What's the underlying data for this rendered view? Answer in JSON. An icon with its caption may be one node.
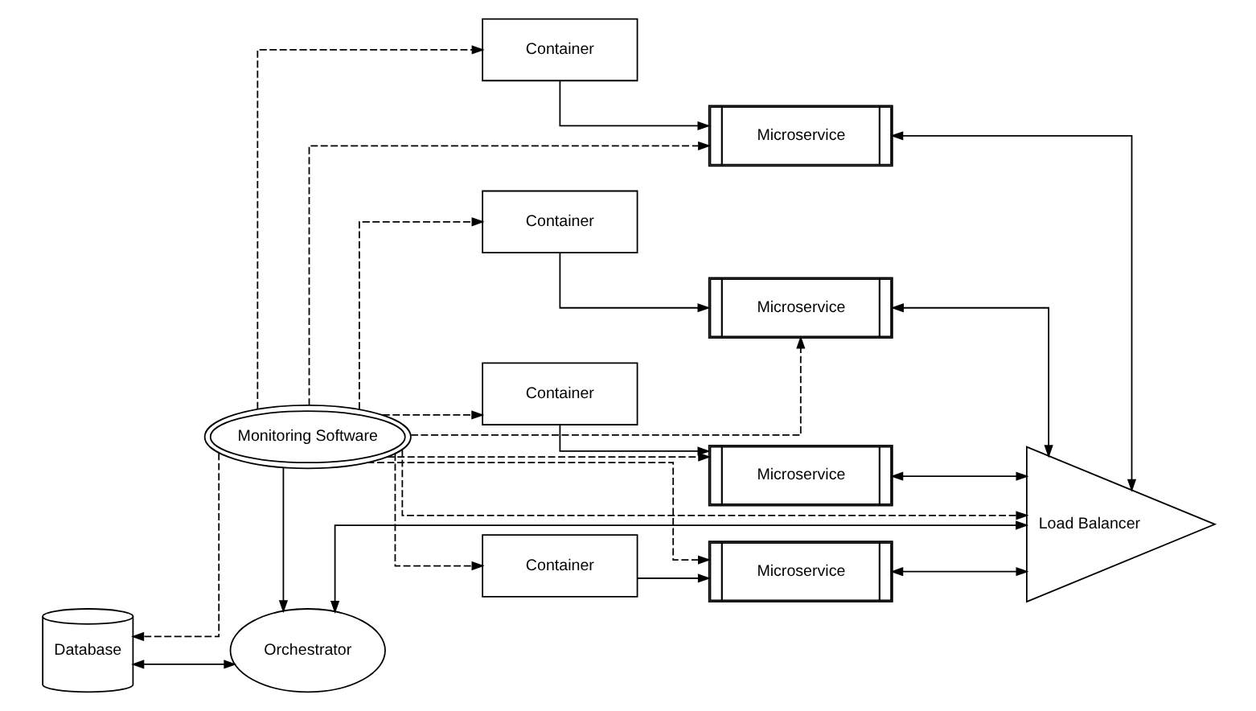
{
  "diagram": {
    "nodes": [
      {
        "text": [
          "Monitoring Software"
        ]
      },
      {
        "text": [
          "Database"
        ]
      },
      {
        "text": [
          "Orchestrator"
        ]
      },
      {
        "text": [
          "Container"
        ]
      },
      {
        "text": [
          "Container"
        ]
      },
      {
        "text": [
          "Container"
        ]
      },
      {
        "text": [
          "Container"
        ]
      },
      {
        "text": [
          "Microservice"
        ]
      },
      {
        "text": [
          "Microservice"
        ]
      },
      {
        "text": [
          "Microservice"
        ]
      },
      {
        "text": [
          "Microservice"
        ]
      },
      {
        "text": [
          "Load Balancer"
        ]
      }
    ],
    "edges": [
      {
        "from": 0,
        "to": 1,
        "arrow": "to",
        "style": "dashed"
      },
      {
        "from": 0,
        "to": 2,
        "arrow": "to"
      },
      {
        "from": 0,
        "to": 3,
        "arrow": "to",
        "style": "dashed"
      },
      {
        "from": 0,
        "to": 4,
        "arrow": "to",
        "style": "dashed"
      },
      {
        "from": 0,
        "to": 5,
        "arrow": "to",
        "style": "dashed"
      },
      {
        "from": 0,
        "to": 6,
        "arrow": "to",
        "style": "dashed"
      },
      {
        "from": 0,
        "to": 7,
        "arrow": "to",
        "style": "dashed"
      },
      {
        "from": 0,
        "to": 8,
        "arrow": "to",
        "style": "dashed"
      },
      {
        "from": 0,
        "to": 9,
        "arrow": "to",
        "style": "dashed"
      },
      {
        "from": 0,
        "to": 10,
        "arrow": "to",
        "style": "dashed"
      },
      {
        "from": 0,
        "to": 11,
        "arrow": "to",
        "style": "dashed"
      },
      {
        "from": 1,
        "to": 2,
        "arrow": "both"
      },
      {
        "from": 2,
        "to": 11,
        "arrow": "both"
      },
      {
        "from": 3,
        "to": 7,
        "arrow": "to"
      },
      {
        "from": 4,
        "to": 8,
        "arrow": "to"
      },
      {
        "from": 5,
        "to": 9,
        "arrow": "to"
      },
      {
        "from": 6,
        "to": 10,
        "arrow": "to"
      },
      {
        "from": 7,
        "to": 11,
        "arrow": "both"
      },
      {
        "from": 8,
        "to": 11,
        "arrow": "both"
      },
      {
        "from": 9,
        "to": 11,
        "arrow": "both"
      },
      {
        "from": 10,
        "to": 11,
        "arrow": "both"
      }
    ]
  }
}
